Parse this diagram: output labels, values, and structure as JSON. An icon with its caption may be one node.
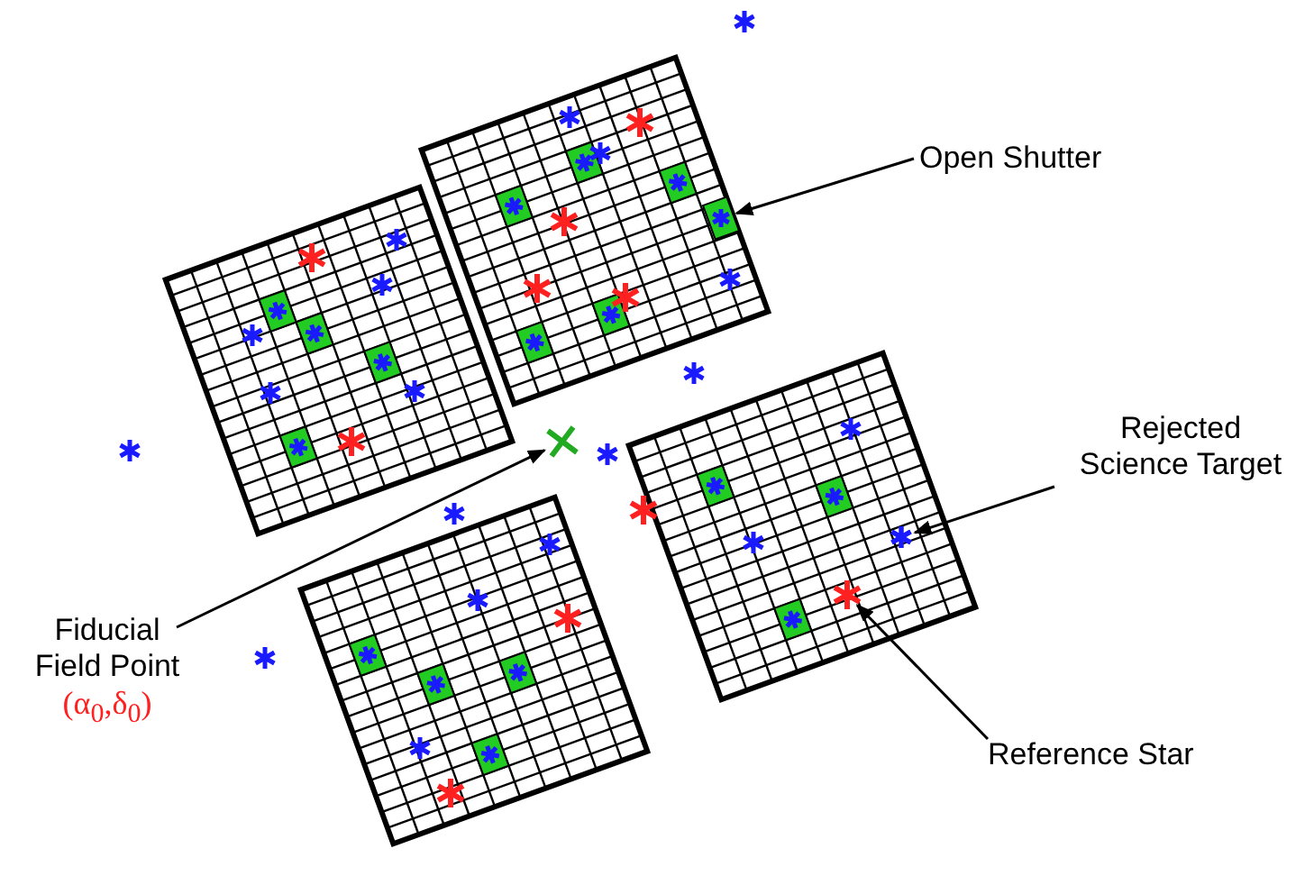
{
  "diagram": {
    "nodes": [
      {
        "text": [
          "Open Shutter"
        ]
      },
      {
        "text": [],
        "shape": "box"
      },
      {
        "text": [
          "Rejected Science Target"
        ]
      },
      {
        "text": [],
        "shape": "star"
      },
      {
        "text": [
          "Reference Star"
        ]
      },
      {
        "text": [],
        "shape": "star"
      },
      {
        "text": [
          "Fiducial Field Point",
          "(α$_{0}$,δ$_{0}$)"
        ]
      },
      {
        "text": [],
        "shape": "cross"
      }
    ],
    "edges": [
      {
        "from": 0,
        "to": 1,
        "arrow": "to"
      },
      {
        "from": 2,
        "to": 3,
        "arrow": "to"
      },
      {
        "from": 4,
        "to": 5,
        "arrow": "to"
      },
      {
        "from": 6,
        "to": 7,
        "arrow": "to"
      }
    ]
  }
}
